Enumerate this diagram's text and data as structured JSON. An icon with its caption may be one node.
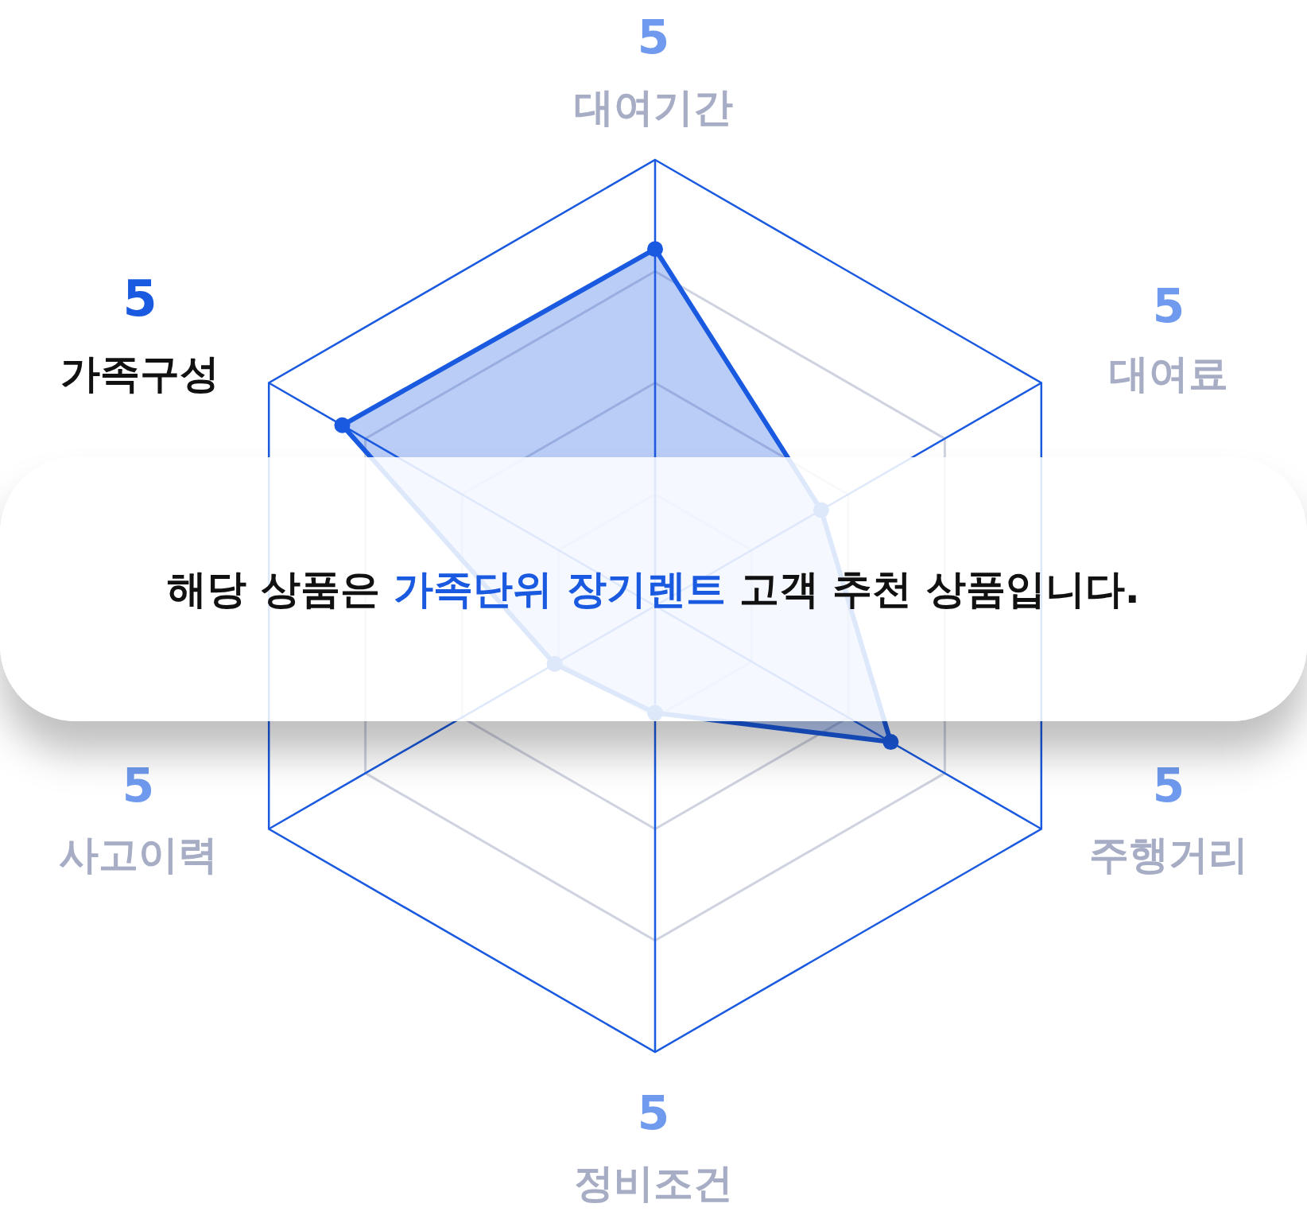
{
  "diagram": {
    "nodes": [
      {
        "text": [
          "해당 상품은 **가족단위 장기렌트** 고객 추천 상품입니다."
        ]
      }
    ],
    "labels": [
      "5",
      "대여기간",
      "5",
      "5",
      "가족구성",
      "대여료",
      "5",
      "5",
      "사고이력",
      "주행거리",
      "5",
      "정비조건"
    ]
  }
}
